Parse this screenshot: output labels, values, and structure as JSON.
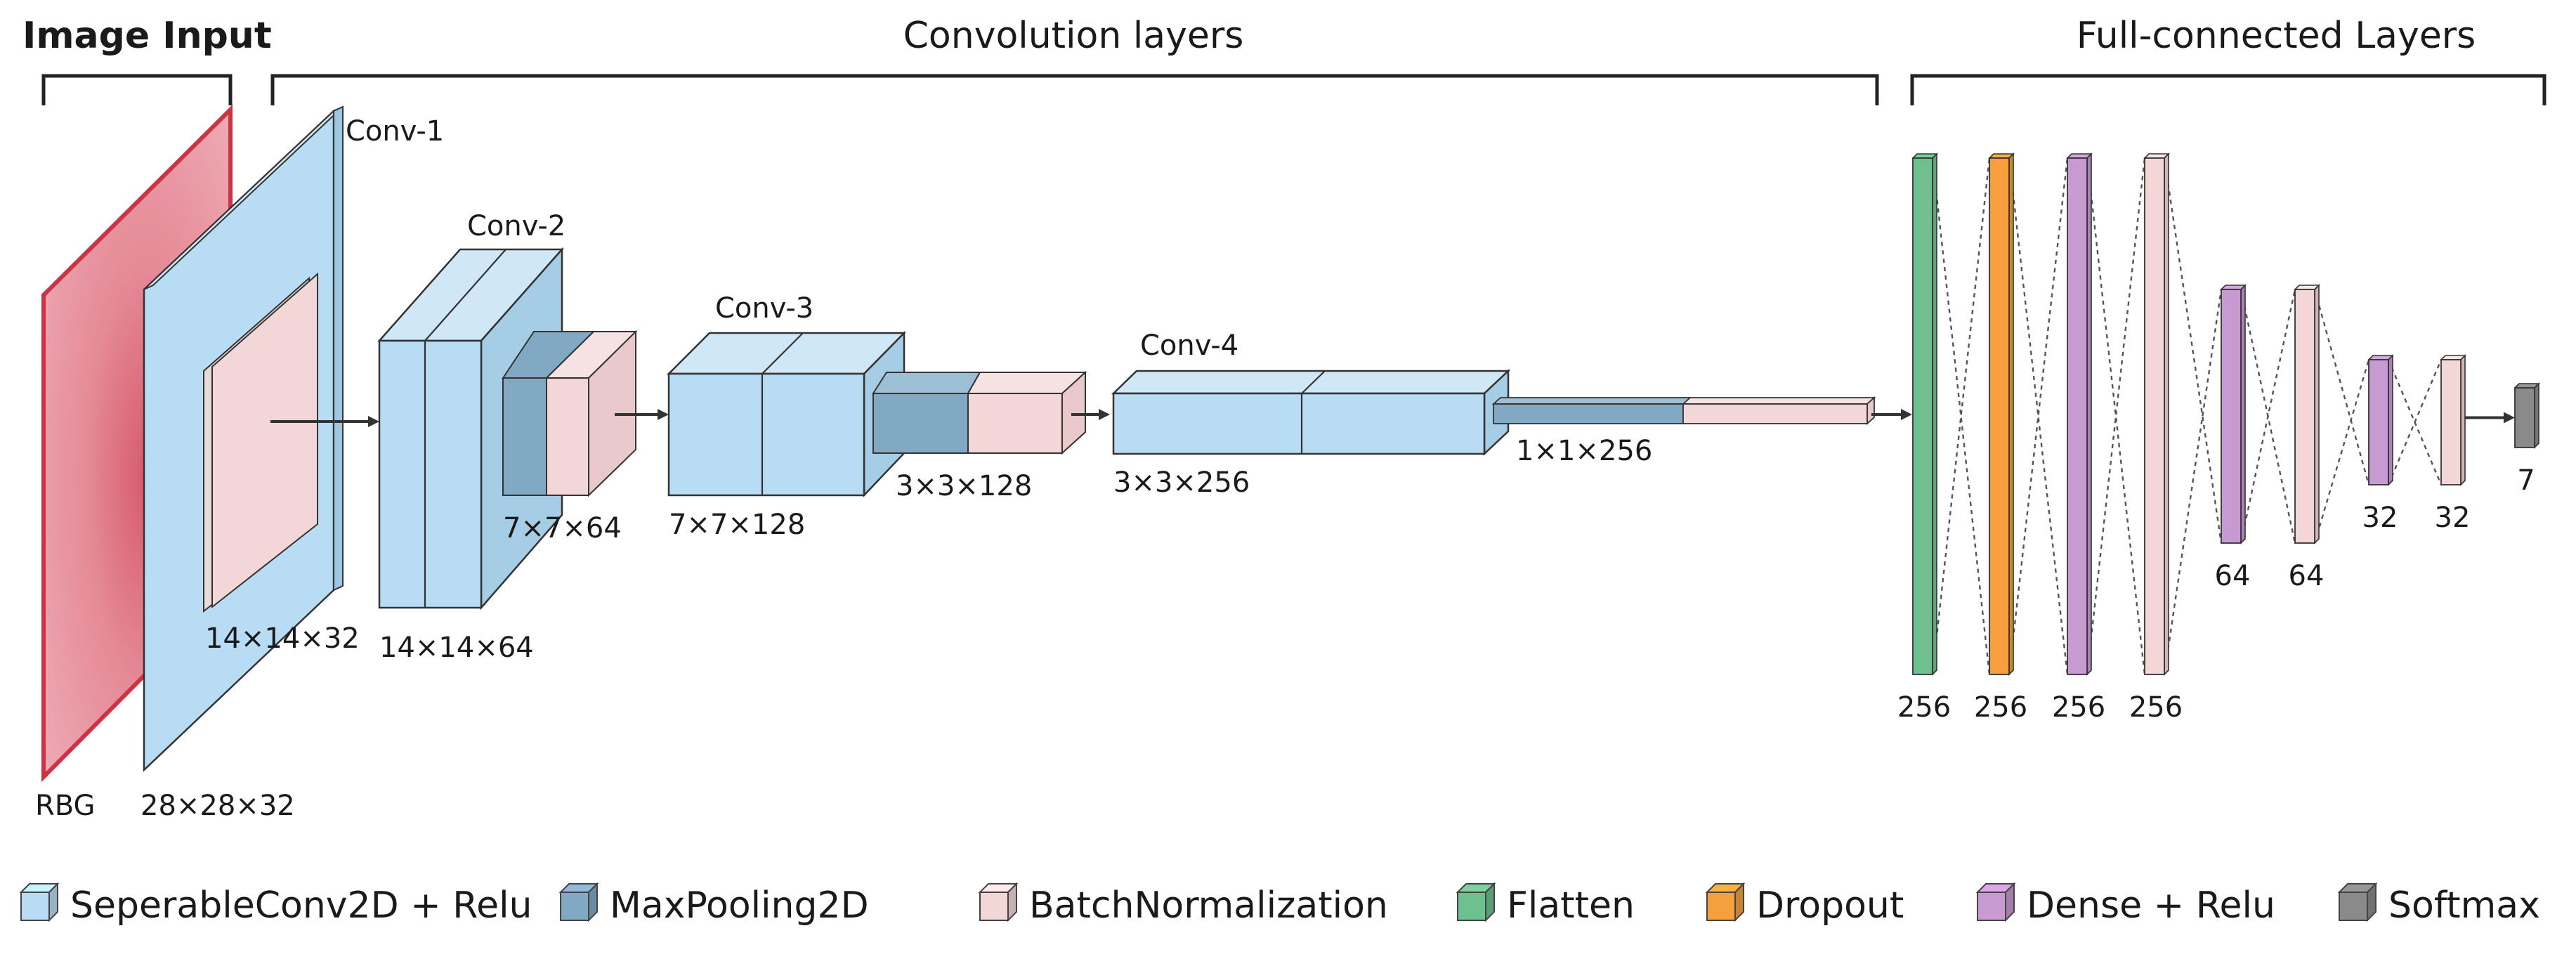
{
  "sections": {
    "input": "Image Input",
    "conv": "Convolution layers",
    "fc": "Full-connected Layers"
  },
  "labels": {
    "rgb": "RBG",
    "in_dim": "28×28×32",
    "conv1": "Conv-1",
    "conv1_inner": "14×14×32",
    "conv2": "Conv-2",
    "conv2_dim": "14×14×64",
    "conv2_pool": "7×7×64",
    "conv3": "Conv-3",
    "conv3_dim": "7×7×128",
    "conv3_pool": "3×3×128",
    "conv4": "Conv-4",
    "conv4_dim": "3×3×256",
    "flat_dim": "1×1×256"
  },
  "fc_layers": [
    {
      "type": "Flatten",
      "units": "256",
      "color": "#6fc08f"
    },
    {
      "type": "Dropout",
      "units": "256",
      "color": "#f5a03d"
    },
    {
      "type": "Dense + Relu",
      "units": "256",
      "color": "#c79ad1"
    },
    {
      "type": "BatchNormalization",
      "units": "256",
      "color": "#f3d7d7"
    },
    {
      "type": "Dense + Relu",
      "units": "64",
      "color": "#c79ad1"
    },
    {
      "type": "BatchNormalization",
      "units": "64",
      "color": "#f3d7d7"
    },
    {
      "type": "Dense + Relu",
      "units": "32",
      "color": "#c79ad1"
    },
    {
      "type": "BatchNormalization",
      "units": "32",
      "color": "#f3d7d7"
    },
    {
      "type": "Softmax",
      "units": "7",
      "color": "#8a8a8a"
    }
  ],
  "legend": [
    {
      "label": "SeperableConv2D + Relu",
      "color": "#b8dcf3"
    },
    {
      "label": "MaxPooling2D",
      "color": "#82a9c4"
    },
    {
      "label": "BatchNormalization",
      "color": "#f3d7d7"
    },
    {
      "label": "Flatten",
      "color": "#6fc08f"
    },
    {
      "label": "Dropout",
      "color": "#f5a03d"
    },
    {
      "label": "Dense + Relu",
      "color": "#c79ad1"
    },
    {
      "label": "Softmax",
      "color": "#8a8a8a"
    }
  ],
  "colors": {
    "conv": "#b8dcf3",
    "pool": "#82a9c4",
    "bn": "#f3d7d7",
    "input_image": "#e08a93",
    "input_frame": "#cc3344"
  }
}
